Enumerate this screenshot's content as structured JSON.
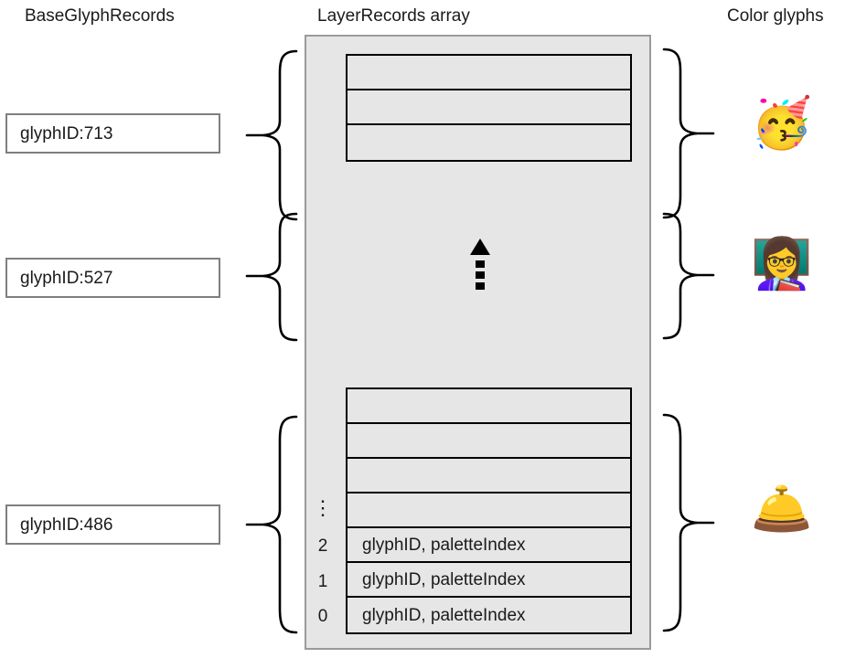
{
  "headings": {
    "base": "BaseGlyphRecords",
    "layer": "LayerRecords array",
    "color": "Color glyphs"
  },
  "base_glyph_records": [
    {
      "label": "glyphID:713"
    },
    {
      "label": "glyphID:527"
    },
    {
      "label": "glyphID:486"
    }
  ],
  "layer_records": {
    "top_table": [
      {
        "index": "",
        "text": ""
      },
      {
        "index": "",
        "text": ""
      },
      {
        "index": "",
        "text": ""
      }
    ],
    "bottom_table": [
      {
        "index": "",
        "text": ""
      },
      {
        "index": "",
        "text": ""
      },
      {
        "index": "",
        "text": ""
      },
      {
        "index": "⋮",
        "text": ""
      },
      {
        "index": "2",
        "text": "glyphID, paletteIndex"
      },
      {
        "index": "1",
        "text": "glyphID, paletteIndex"
      },
      {
        "index": "0",
        "text": "glyphID, paletteIndex"
      }
    ],
    "continuation_arrow": "dotted-up-arrow"
  },
  "color_glyphs": [
    {
      "emoji": "🥳",
      "name": "partying-face-emoji"
    },
    {
      "emoji": "👩‍🏫",
      "name": "woman-teacher-emoji"
    },
    {
      "emoji": "🛎️",
      "name": "bellhop-bell-emoji"
    }
  ],
  "colors": {
    "container_fill": "#e6e6e6",
    "container_border": "#9a9a9a",
    "table_border": "#000000",
    "base_box_border": "#7f7f7f",
    "text": "#1a1a1a",
    "page_background": "#ffffff"
  }
}
